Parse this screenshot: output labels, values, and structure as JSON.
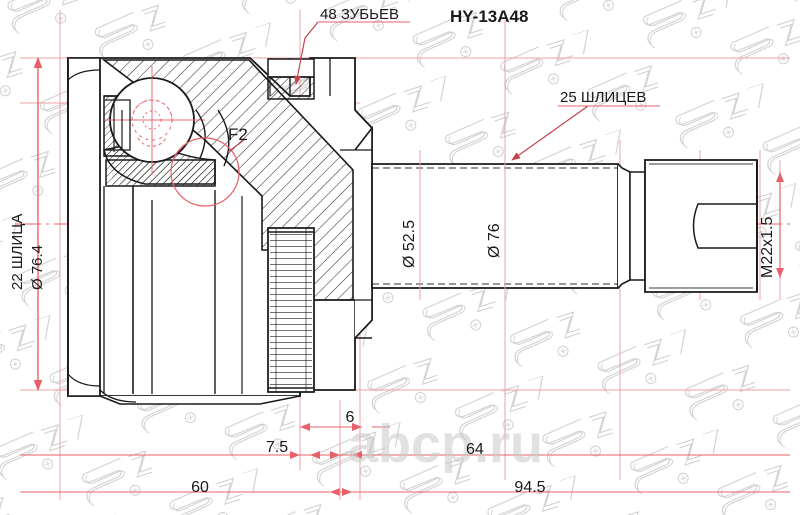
{
  "drawing": {
    "part_number": "HY-13A48",
    "type": "cv-joint-outer",
    "units": "mm"
  },
  "callouts": {
    "teeth": "48 ЗУБЬЕВ",
    "outer_splines": "25 ШЛИЦЕВ",
    "inner_splines_line1": "22 ШЛИЦА",
    "inner_splines_line2": "Ø 76.4",
    "detail_marker": "F2"
  },
  "dimensions": {
    "bell_diameter": "Ø 76.4",
    "shaft_small_diameter": "Ø 52.5",
    "shaft_large_diameter": "Ø 76",
    "thread": "M22x1.5",
    "groove_width": "6",
    "step_offset": "7.5",
    "shaft_length": "64",
    "bell_length": "60",
    "total_length": "94.5"
  },
  "watermarks": {
    "center": "abcp.ru",
    "tile_brand": "SAT"
  },
  "colors": {
    "outline": "#1a1a1a",
    "dimension_red": "#e8606a",
    "hatch": "#333333",
    "watermark_gray": "#b8b8b8",
    "watermark_center": "#c9c9c9",
    "background": "#ffffff"
  }
}
